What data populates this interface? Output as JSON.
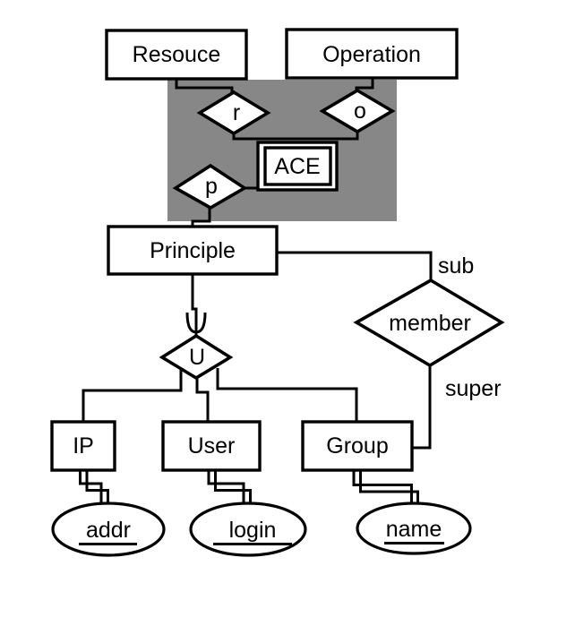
{
  "labels": {
    "resource": "Resouce",
    "operation": "Operation",
    "ace": "ACE",
    "principle": "Principle",
    "ip": "IP",
    "user": "User",
    "group": "Group",
    "rel_r": "r",
    "rel_o": "o",
    "rel_p": "p",
    "member": "member",
    "union": "U",
    "sub": "sub",
    "super": "super",
    "addr": "addr",
    "login": "login",
    "name": "name"
  },
  "colors": {
    "region_gray": "#878787",
    "stroke": "#000000",
    "background": "#ffffff"
  },
  "graph": {
    "entities": [
      "Resouce",
      "Operation",
      "ACE",
      "Principle",
      "IP",
      "User",
      "Group"
    ],
    "weak_entities": [
      "ACE"
    ],
    "relationships": [
      "r",
      "o",
      "p",
      "member",
      "U"
    ],
    "key_attributes": [
      "addr",
      "login",
      "name"
    ],
    "edges": [
      "Resouce - r",
      "Operation - o",
      "r - ACE",
      "o - ACE",
      "p - ACE",
      "p - Principle",
      "Principle - member (sub)",
      "member - Group (super)",
      "Principle - U (union)",
      "U - IP",
      "U - User",
      "U - Group",
      "IP = addr",
      "User = login",
      "Group = name"
    ]
  }
}
